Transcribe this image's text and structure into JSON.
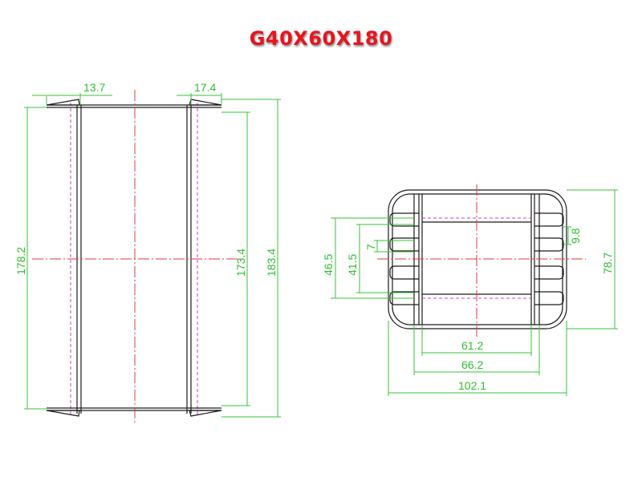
{
  "title": "G40X60X180",
  "colors": {
    "title": "#e8141e",
    "dimension": "#36c436",
    "outline": "#1a1a1a",
    "centerline": "#e83a3a",
    "hidden_line": "#d23cd2"
  },
  "dimensions": {
    "side_flange_left": "13.7",
    "side_flange_right": "17.4",
    "side_height": "178.2",
    "side_inner_height": "173.4",
    "side_overall_height": "183.4",
    "end_height_1": "46.5",
    "end_height_2": "41.5",
    "end_slot": "7",
    "end_slot_right": "9.8",
    "end_overall_height": "78.7",
    "end_width_inner": "61.2",
    "end_width_mid": "66.2",
    "end_width_overall": "102.1"
  }
}
